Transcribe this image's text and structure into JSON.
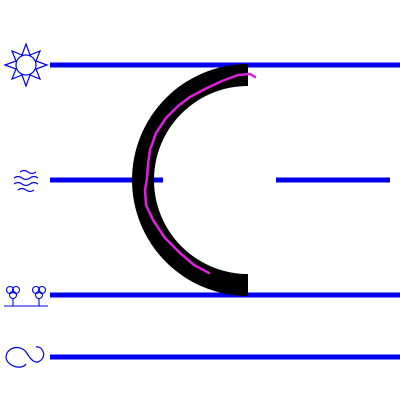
{
  "colors": {
    "background": "#ffffff",
    "line": "#0000ee",
    "arc": "#000000",
    "trace": "#e020e0"
  },
  "lanes": [
    {
      "id": "sun",
      "icon": "sun-icon"
    },
    {
      "id": "fog",
      "icon": "fog-icon"
    },
    {
      "id": "trees",
      "icon": "trees-icon"
    },
    {
      "id": "snake",
      "icon": "snake-icon"
    }
  ]
}
